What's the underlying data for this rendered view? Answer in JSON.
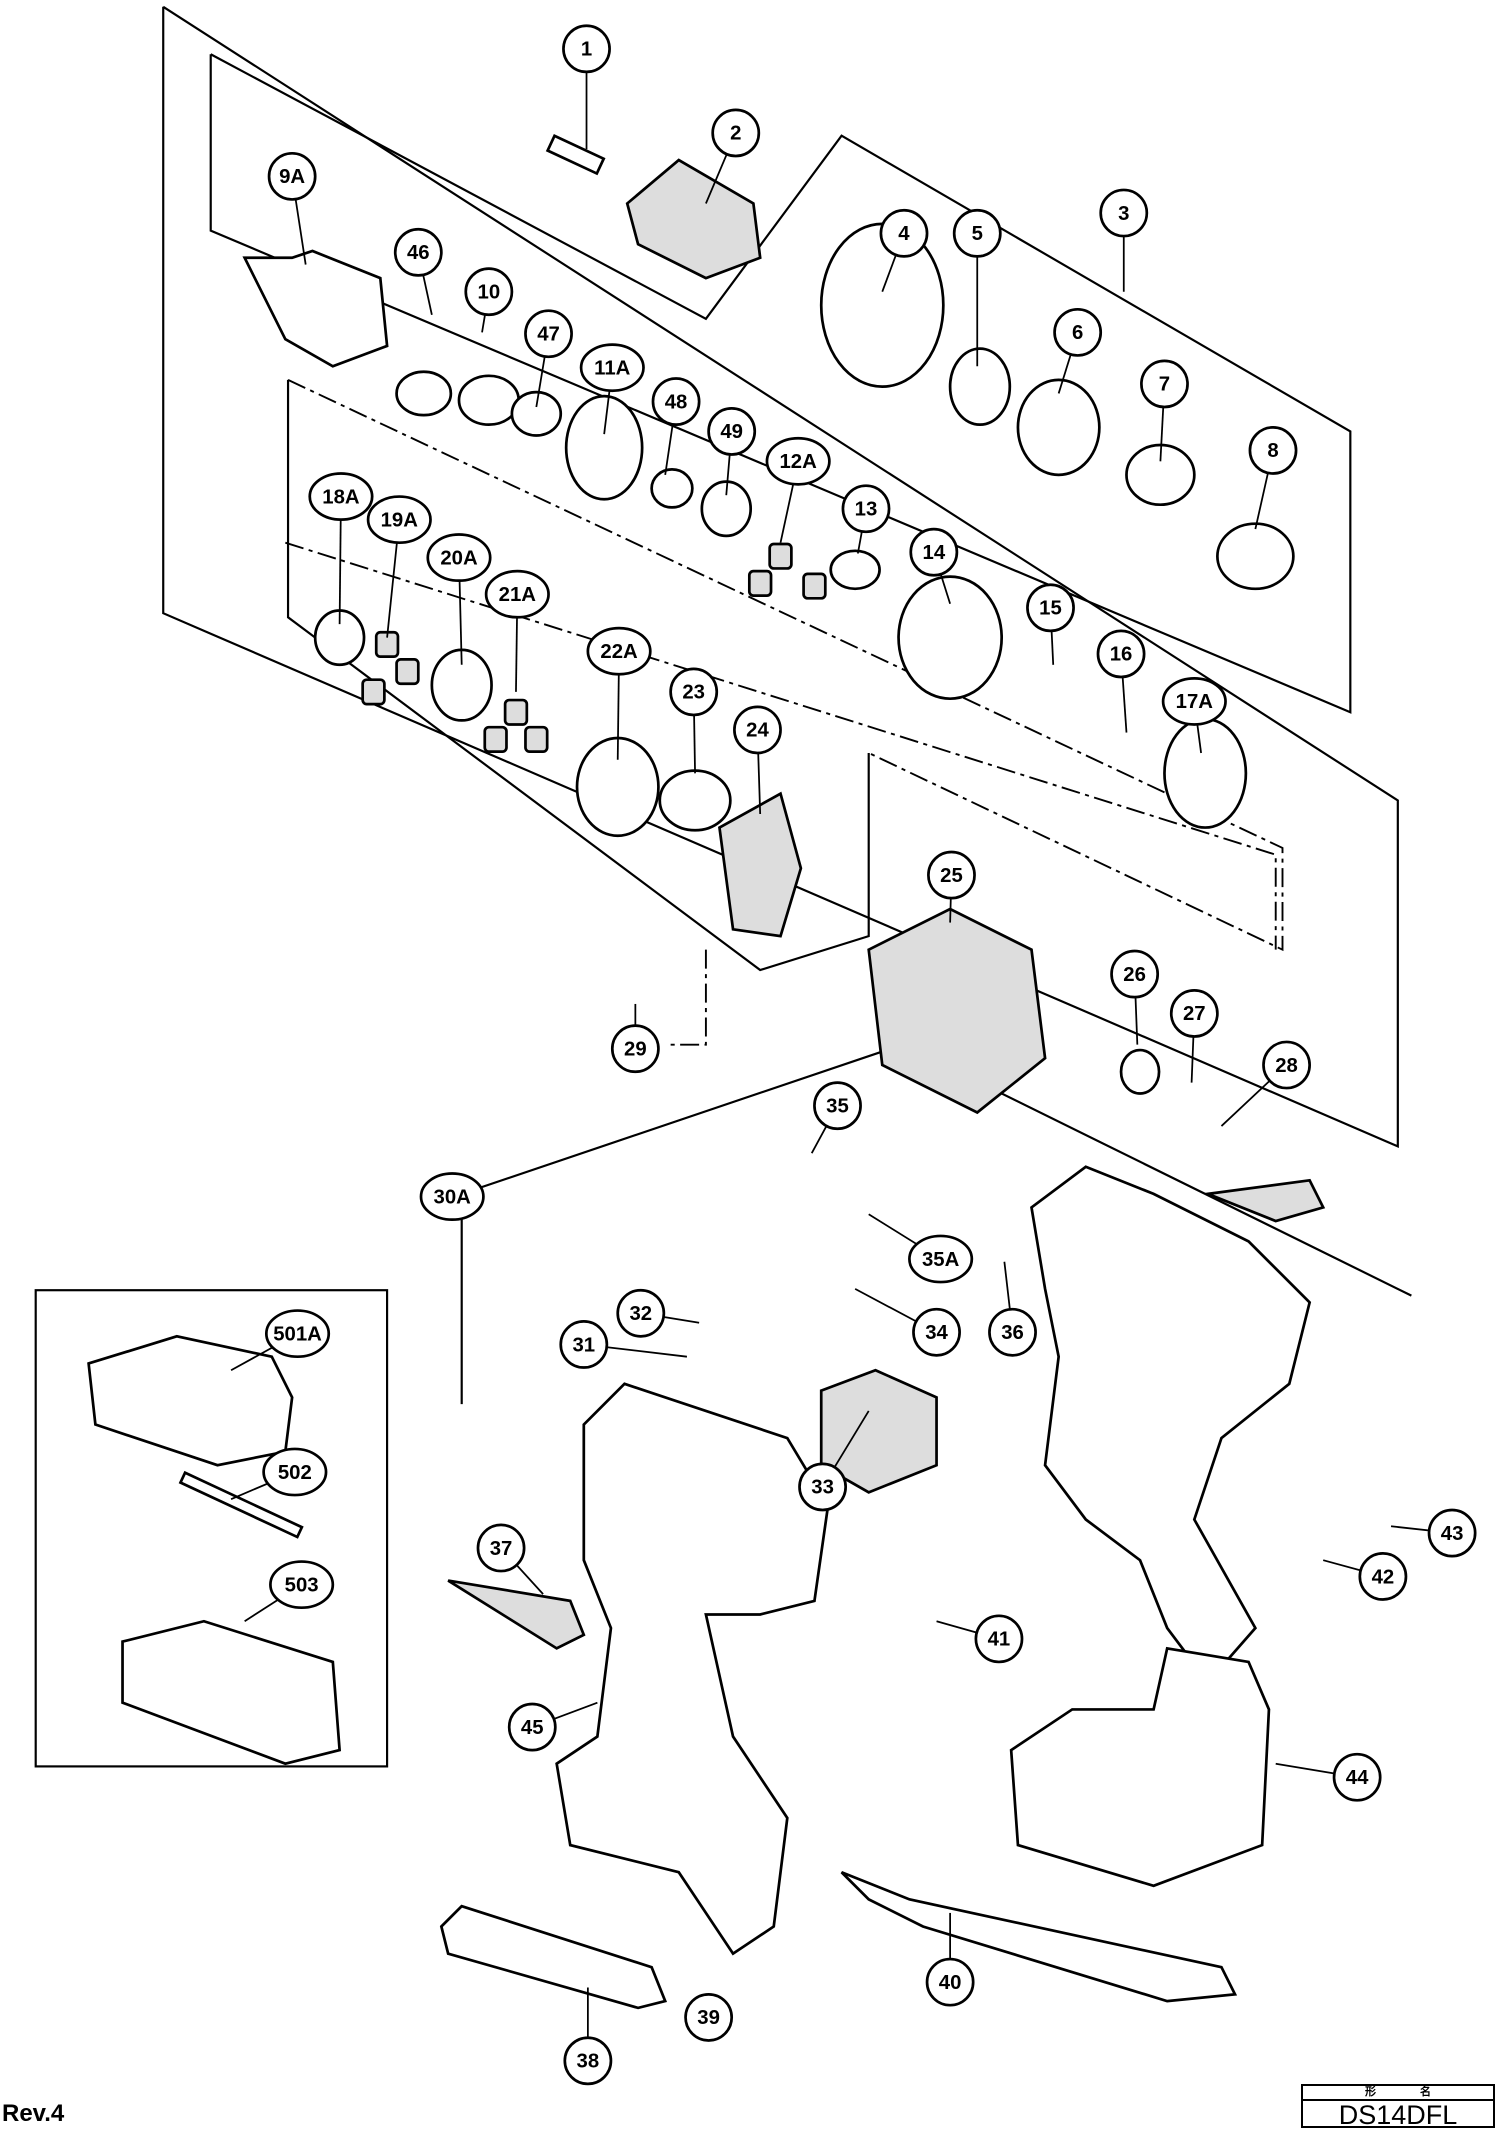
{
  "revision": "Rev.4",
  "model_box": {
    "header": [
      "形",
      "名"
    ],
    "model": "DS14DFL"
  },
  "part_labels": [
    "1",
    "2",
    "3",
    "4",
    "5",
    "6",
    "7",
    "8",
    "9A",
    "10",
    "11A",
    "12A",
    "13",
    "14",
    "15",
    "16",
    "17A",
    "18A",
    "19A",
    "20A",
    "21A",
    "22A",
    "23",
    "24",
    "25",
    "26",
    "27",
    "28",
    "29",
    "30A",
    "31",
    "32",
    "33",
    "34",
    "35",
    "35A",
    "36",
    "37",
    "38",
    "39",
    "40",
    "41",
    "42",
    "43",
    "44",
    "45",
    "46",
    "47",
    "48",
    "49"
  ],
  "accessory_labels": [
    "501A",
    "502",
    "503"
  ]
}
